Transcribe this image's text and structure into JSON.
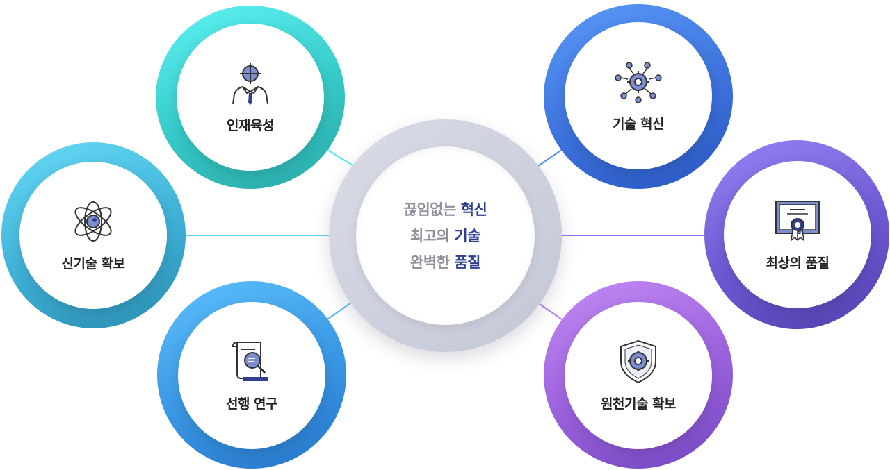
{
  "center": {
    "lines": [
      {
        "plain": "끊임없는",
        "highlight": "혁신"
      },
      {
        "plain": "최고의",
        "highlight": "기술"
      },
      {
        "plain": "완벽한",
        "highlight": "품질"
      }
    ]
  },
  "nodes": [
    {
      "id": "talent",
      "label": "인재육성",
      "icon": "person-target-icon",
      "color_light": "#4ee8ef",
      "color_dark": "#2bb7b6"
    },
    {
      "id": "newtech",
      "label": "신기술 확보",
      "icon": "atom-icon",
      "color_light": "#5ad4f3",
      "color_dark": "#2a8fb3"
    },
    {
      "id": "research",
      "label": "선행 연구",
      "icon": "document-search-icon",
      "color_light": "#54b7f8",
      "color_dark": "#2478cc"
    },
    {
      "id": "innovation",
      "label": "기술 혁신",
      "icon": "gear-network-icon",
      "color_light": "#4f8cf3",
      "color_dark": "#2a58c4"
    },
    {
      "id": "quality",
      "label": "최상의 품질",
      "icon": "certificate-icon",
      "color_light": "#8b76ee",
      "color_dark": "#5b46b8"
    },
    {
      "id": "origin",
      "label": "원천기술 확보",
      "icon": "shield-gear-icon",
      "color_light": "#b97cf0",
      "color_dark": "#7b49c4"
    }
  ],
  "colors": {
    "highlight_text": "#2f3f93",
    "center_text": "#8f8f9c",
    "icon_fill": "#7d8ed0",
    "icon_stroke": "#333333"
  }
}
